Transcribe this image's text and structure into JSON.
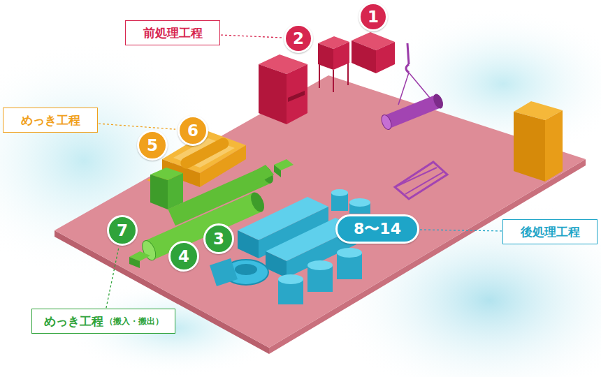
{
  "diagram": {
    "nodes": [
      {
        "text": [
          "1"
        ]
      },
      {
        "text": [
          "2"
        ]
      },
      {
        "text": [
          "前処理工程"
        ]
      },
      {
        "text": [
          "めっき工程"
        ]
      },
      {
        "text": [
          "6"
        ]
      },
      {
        "text": [
          "5"
        ]
      },
      {
        "text": [
          "7"
        ]
      },
      {
        "text": [
          "3"
        ]
      },
      {
        "text": [
          "4"
        ]
      },
      {
        "text": [
          "8〜14"
        ]
      },
      {
        "text": [
          "後処理工程"
        ]
      },
      {
        "text": [
          "めっき工程",
          "（搬入・搬出）"
        ]
      }
    ],
    "edges": [
      {
        "from": 2,
        "to": 1,
        "arrow": "none"
      },
      {
        "from": 3,
        "to": 4,
        "arrow": "none"
      },
      {
        "from": 10,
        "to": 9,
        "arrow": "none"
      },
      {
        "from": 11,
        "to": 6,
        "arrow": "none"
      }
    ]
  }
}
